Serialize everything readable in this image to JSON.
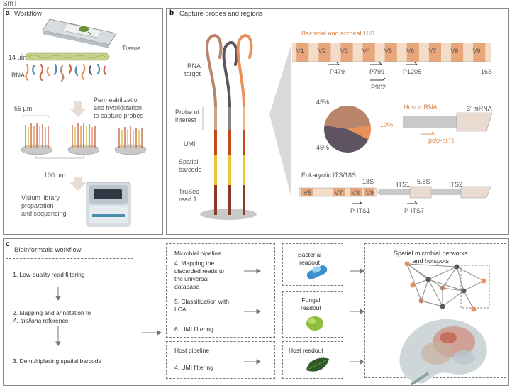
{
  "header": {
    "title": "SmT"
  },
  "panel_a": {
    "letter": "a",
    "title": "Workflow",
    "tissue": "Tissue",
    "thickness": "14 µm",
    "rna": "RNA",
    "spot_size": "55 µm",
    "permeabilization": "Permeabilization\nand hybridization\nto capture probes",
    "spacing": "100 µm",
    "library": "Visium library\npreparation\nand sequencing"
  },
  "panel_b": {
    "letter": "b",
    "title": "Capture probes and regions",
    "probe_labels": [
      "RNA\ntarget",
      "Probe of\ninterest",
      "UMI",
      "Spatial\nbarcode",
      "TruSeq\nread 1"
    ],
    "rrna_title": "Bacterial and archeal 16S",
    "v_regions": [
      "V1",
      "V2",
      "V3",
      "V4",
      "V5",
      "V6",
      "V7",
      "V8",
      "V9"
    ],
    "primers_16s": [
      "P479",
      "P799",
      "P902",
      "P1205"
    ],
    "label_16s": "16S",
    "pie_values": [
      {
        "label": "45%",
        "value": 45,
        "color": "#b8846a"
      },
      {
        "label": "10%",
        "value": 10,
        "color": "#e8915a"
      },
      {
        "label": "45%",
        "value": 45,
        "color": "#5e5360"
      }
    ],
    "host_mrna": "Host mRNA",
    "mrna_3p": "3′ mRNA",
    "polydt": "poly-d(T)",
    "its_title": "Eukaryotic ITS/18S",
    "its_regions": [
      "V5",
      "V7",
      "V8",
      "V9"
    ],
    "its_labels": [
      "18S",
      "ITS1",
      "5.8S",
      "ITS2"
    ],
    "primers_its": [
      "P-ITS1",
      "P-ITS7"
    ]
  },
  "panel_c": {
    "letter": "c",
    "title": "Bioinformatic workflow",
    "steps_left": [
      "1. Low-quality read filtering",
      "2. Mapping and annotation to",
      "A. thaliana",
      " reference",
      "3. Demultiplexing spatial barcode"
    ],
    "microbial": {
      "title": "Microbial pipeline",
      "steps": [
        "4. Mapping the\ndiscarded reads to\nthe universal\ndatabase",
        "5. Classification with\nLCA",
        "6. UMI filtering"
      ]
    },
    "host": {
      "title": "Host pipeline",
      "steps": [
        "4. UMI filtering"
      ]
    },
    "readouts": [
      "Bacterial\nreadout",
      "Fungal\nreadout",
      "Host readout"
    ],
    "networks": "Spatial microbial networks\nand hotspots"
  }
}
